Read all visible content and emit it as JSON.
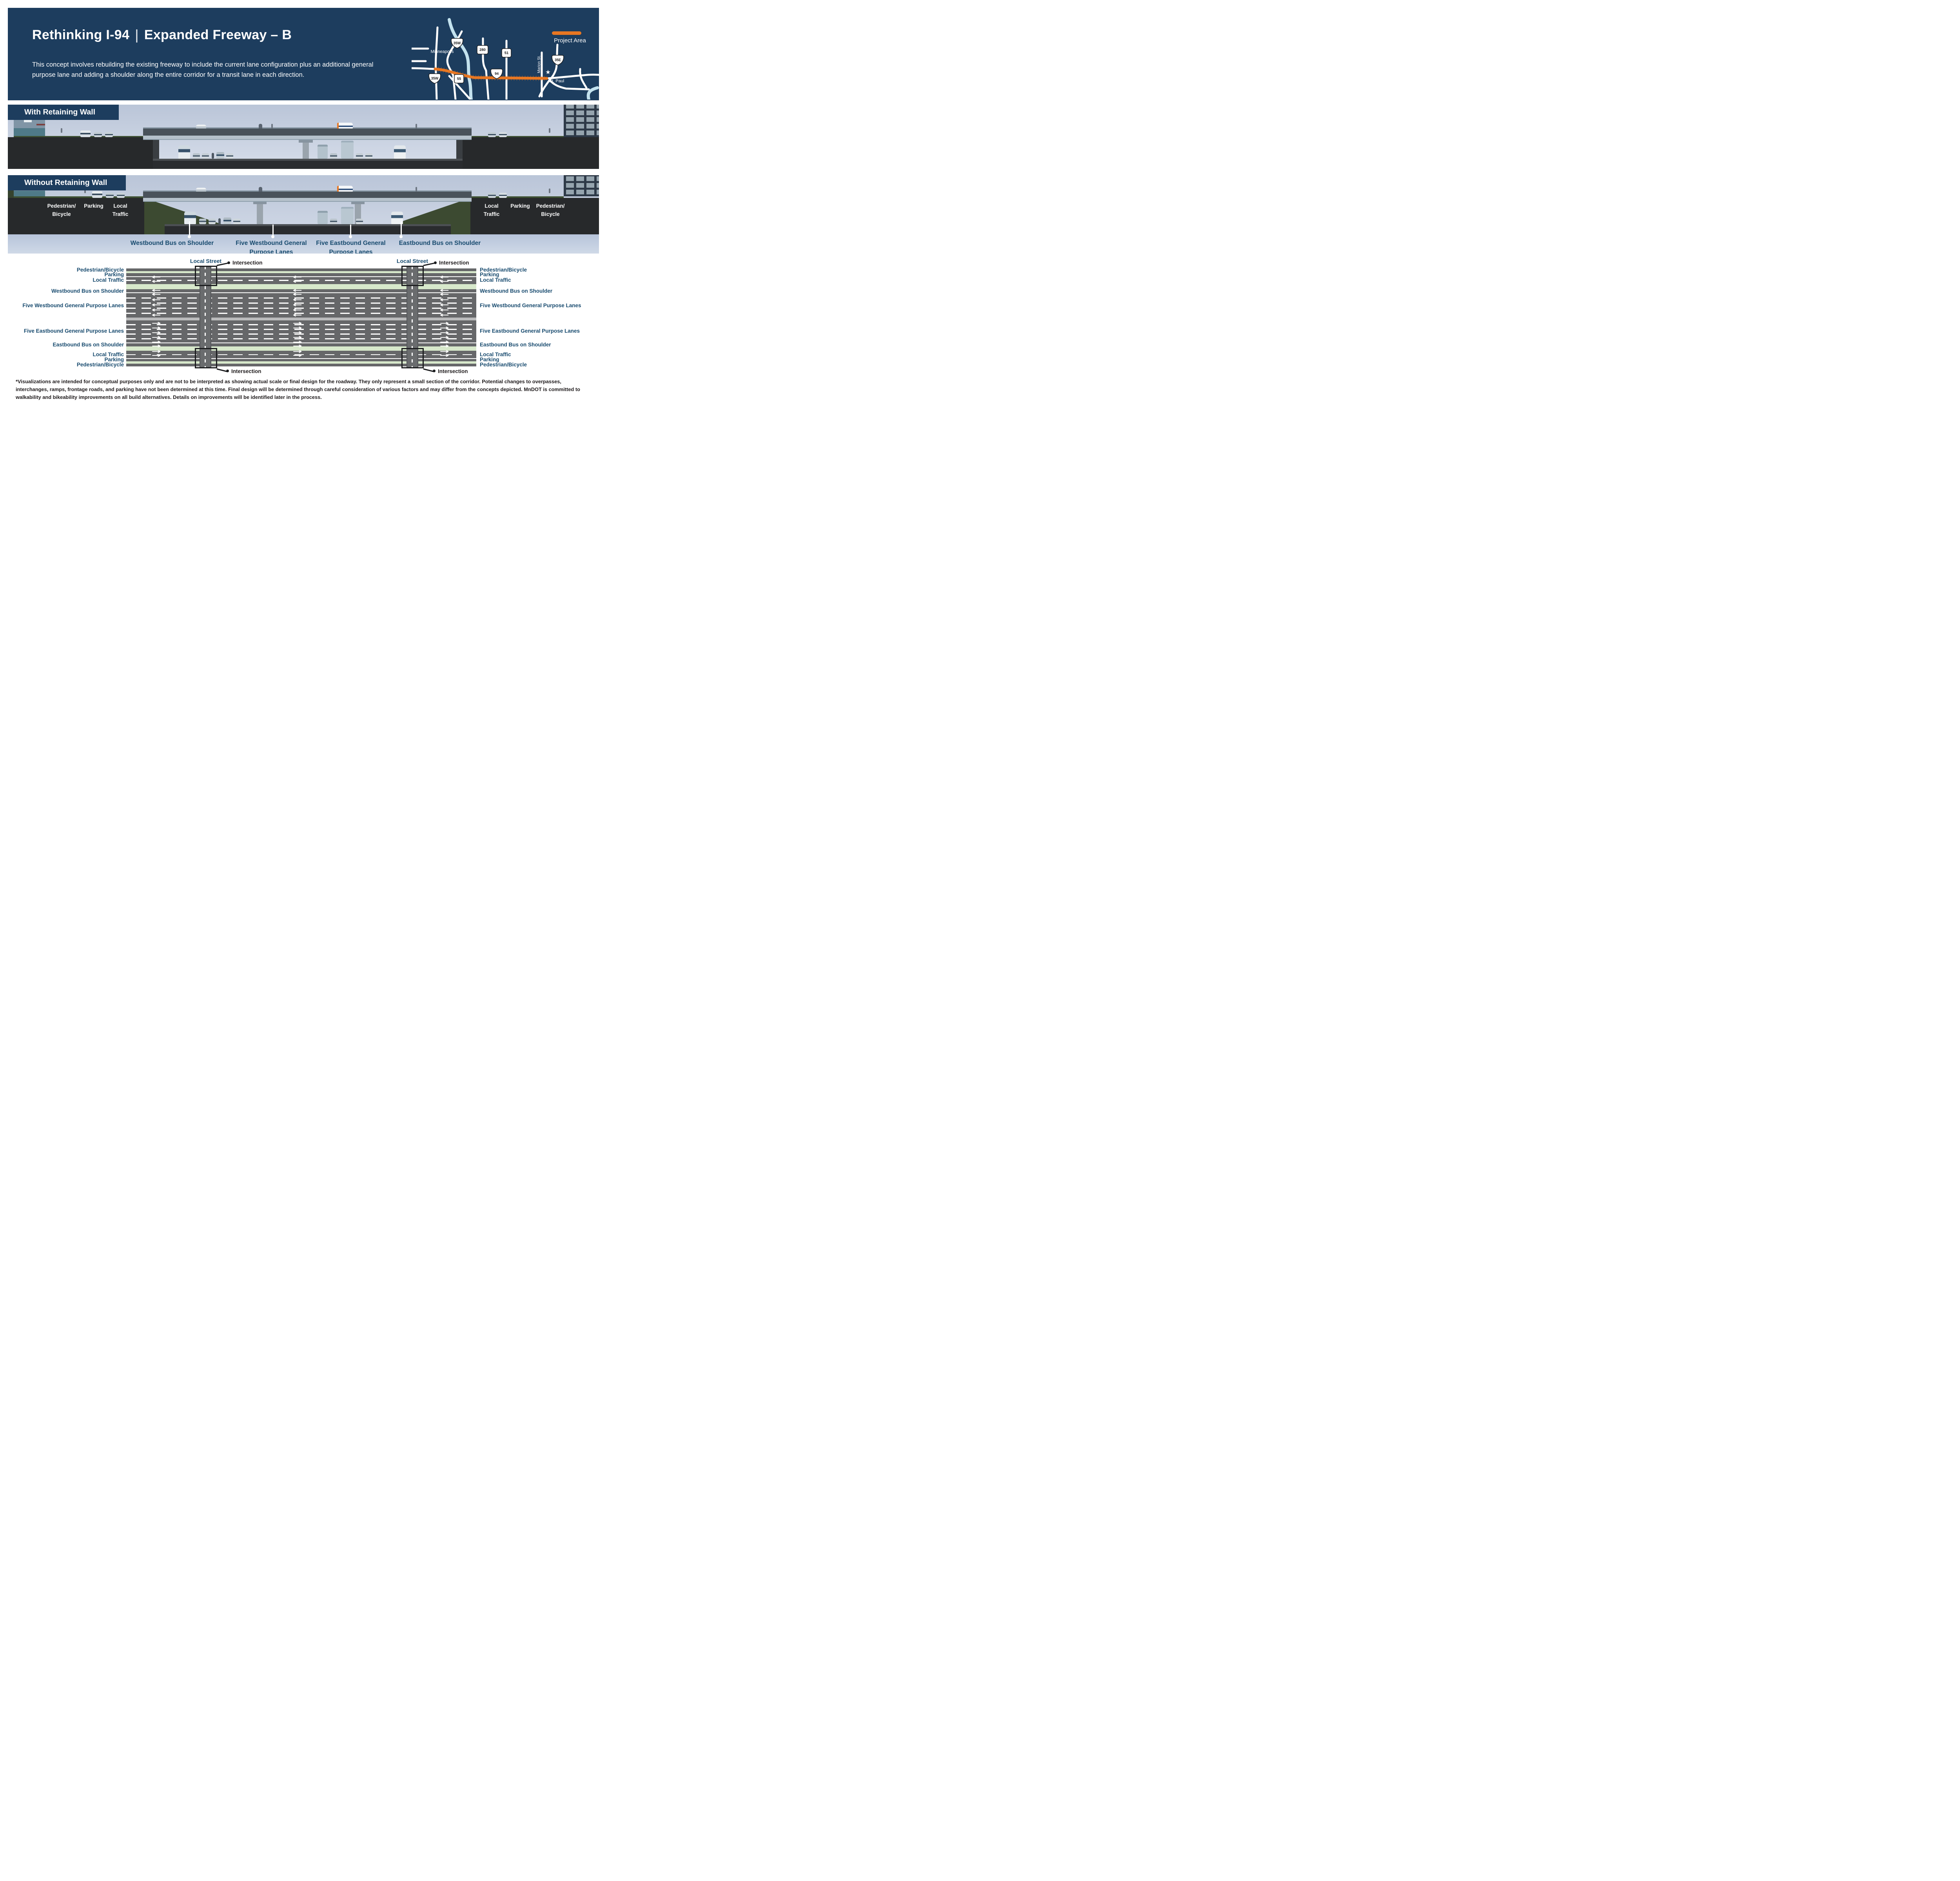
{
  "colors": {
    "navy": "#1d3d5e",
    "label_navy": "#174a6e",
    "orange_accent": "#e87722",
    "road_gray": "#666769",
    "buffer_green": "#d7e8cb",
    "near_black": "#1f1b1c"
  },
  "header": {
    "title_left": "Rethinking I-94",
    "title_divider": "|",
    "title_right": "Expanded Freeway – B",
    "description": "This concept involves rebuilding the existing freeway to include the current lane configuration plus an additional general purpose lane and adding a shoulder along the entire corridor for a transit lane in each direction.",
    "map": {
      "legend_label": "Project Area",
      "city_minneapolis": "Minneapolis",
      "city_stpaul": "St. Paul",
      "street_marion": "Marion St.",
      "star_icon": "★",
      "shields": [
        {
          "type": "interstate",
          "label": "35W"
        },
        {
          "type": "route",
          "label": "280"
        },
        {
          "type": "route",
          "label": "51"
        },
        {
          "type": "interstate",
          "label": "35E"
        },
        {
          "type": "interstate",
          "label": "94"
        },
        {
          "type": "route",
          "label": "55"
        },
        {
          "type": "interstate",
          "label": "35W"
        }
      ]
    }
  },
  "section_with_wall": {
    "title": "With Retaining Wall"
  },
  "section_without_wall": {
    "title": "Without Retaining Wall",
    "left_labels": [
      "Pedestrian/\nBicycle",
      "Parking",
      "Local\nTraffic"
    ],
    "right_labels": [
      "Local\nTraffic",
      "Parking",
      "Pedestrian/\nBicycle"
    ],
    "callouts": [
      "Westbound Bus on Shoulder",
      "Five Westbound General\nPurpose Lanes",
      "Five Eastbound General\nPurpose Lanes",
      "Eastbound Bus on Shoulder"
    ]
  },
  "plan": {
    "row_labels": [
      "Pedestrian/Bicycle",
      "Parking",
      "Local Traffic",
      "Westbound Bus on Shoulder",
      "Five Westbound General Purpose Lanes",
      "Five Eastbound General Purpose Lanes",
      "Eastbound Bus on Shoulder",
      "Local Traffic",
      "Parking",
      "Pedestrian/Bicycle"
    ],
    "local_street": "Local Street",
    "intersection": "Intersection"
  },
  "footnote": "*Visualizations are intended for conceptual purposes only and are not to be interpreted as showing actual scale or final design for the roadway. They only represent a small section of the corridor. Potential changes to overpasses, interchanges, ramps, frontage roads, and parking have not been determined at this time. Final design will be determined through careful consideration of various factors and may differ from the concepts depicted. MnDOT is committed to walkability and bikeability improvements on all build alternatives. Details on improvements will be identified later in the process."
}
